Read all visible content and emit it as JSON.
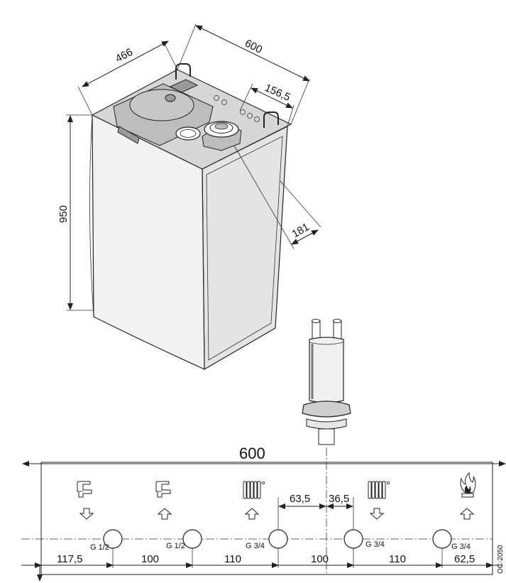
{
  "boiler_dimensions": {
    "depth": "466",
    "width": "600",
    "offset_flue": "156,5",
    "flue_depth": "181",
    "height": "950"
  },
  "panel": {
    "total_width": "600",
    "offsets": {
      "left": "63,5",
      "right": "36,5"
    },
    "connections": [
      {
        "symbol": "hot-water-tap",
        "direction": "out",
        "thread": "G 1/2"
      },
      {
        "symbol": "cold-water-tap",
        "direction": "in",
        "thread": "G 1/2"
      },
      {
        "symbol": "heating-radiator",
        "direction": "in",
        "thread": "G 3/4"
      },
      {
        "symbol": "heating-radiator",
        "direction": "out",
        "thread": "G 3/4"
      },
      {
        "symbol": "gas-flame",
        "direction": "in",
        "thread": "G 3/4"
      }
    ],
    "spacings": [
      "117,5",
      "100",
      "110",
      "100",
      "110",
      "62,5"
    ],
    "figure_ref": "OC-2050"
  },
  "icons": [
    "faucet-icon",
    "radiator-icon",
    "flame-icon",
    "arrow-down-icon",
    "arrow-up-icon"
  ],
  "colors": {
    "line": "#222222",
    "fill_light": "#e4e4e4",
    "fill_dark": "#9a9a9a"
  }
}
